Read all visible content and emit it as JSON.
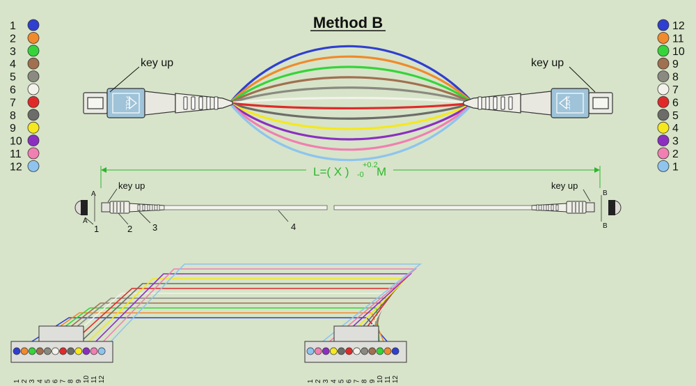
{
  "title": "Method B",
  "palette": [
    {
      "name": "blue",
      "hex": "#2f3fd0"
    },
    {
      "name": "orange",
      "hex": "#f08a2c"
    },
    {
      "name": "green",
      "hex": "#36d43a"
    },
    {
      "name": "brown",
      "hex": "#a07050"
    },
    {
      "name": "slate",
      "hex": "#8a8a80"
    },
    {
      "name": "white",
      "hex": "#f2f2ea"
    },
    {
      "name": "red",
      "hex": "#e02a2a"
    },
    {
      "name": "black",
      "hex": "#6c6c68"
    },
    {
      "name": "yellow",
      "hex": "#f5e81e"
    },
    {
      "name": "violet",
      "hex": "#8b2fc0"
    },
    {
      "name": "rose",
      "hex": "#f07fb2"
    },
    {
      "name": "aqua",
      "hex": "#8ec4ee"
    }
  ],
  "left_legend": [
    "1",
    "2",
    "3",
    "4",
    "5",
    "6",
    "7",
    "8",
    "9",
    "10",
    "11",
    "12"
  ],
  "right_legend": [
    "12",
    "11",
    "10",
    "9",
    "8",
    "7",
    "6",
    "5",
    "4",
    "3",
    "2",
    "1"
  ],
  "top_view": {
    "left_label": "key up",
    "right_label": "key up",
    "housing_text": "PULL"
  },
  "dimension": {
    "text": "L=(  X  )",
    "tol_plus": "+0.2",
    "tol_minus": "-0",
    "unit": "M"
  },
  "side_view": {
    "left_key": "key up",
    "right_key": "key up",
    "section_a": "A",
    "section_b": "B",
    "callouts": [
      "1",
      "2",
      "3",
      "4"
    ]
  },
  "pinout": {
    "left_numbers": [
      "1",
      "2",
      "3",
      "4",
      "5",
      "6",
      "7",
      "8",
      "9",
      "10",
      "11",
      "12"
    ],
    "right_numbers": [
      "1",
      "2",
      "3",
      "4",
      "5",
      "6",
      "7",
      "8",
      "9",
      "10",
      "11",
      "12"
    ]
  }
}
